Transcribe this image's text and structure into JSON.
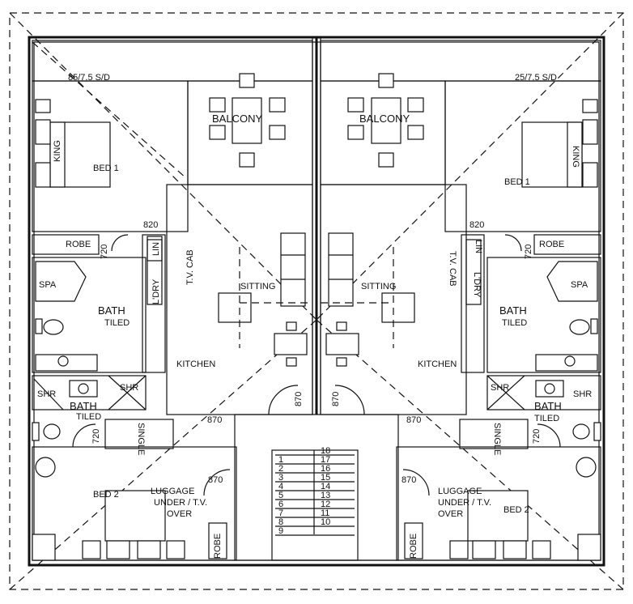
{
  "labels": {
    "balcony": "BALCONY",
    "bed1": "BED 1",
    "king": "KING",
    "robe": "ROBE",
    "lin": "LIN",
    "tv_cab": "T.V. CAB",
    "ldry": "L'DRY",
    "spa": "SPA",
    "bath": "BATH",
    "tiled": "TILED",
    "sitting": "SITTING",
    "kitchen": "KITCHEN",
    "shr": "SHR",
    "single": "SINGLE",
    "bed2": "BED 2",
    "luggage": "LUGGAGE",
    "under_tv": "UNDER / T.V.",
    "over": "OVER"
  },
  "dimensions": {
    "door_820": "820",
    "door_720": "720",
    "door_870": "870",
    "sd_left": "85/7.5 S/D",
    "sd_right": "25/7.5 S/D"
  },
  "stairs": {
    "left_numbers": [
      "1",
      "2",
      "3",
      "4",
      "5",
      "6",
      "7",
      "8",
      "9"
    ],
    "right_numbers": [
      "18",
      "17",
      "16",
      "15",
      "14",
      "13",
      "12",
      "11",
      "10"
    ]
  }
}
